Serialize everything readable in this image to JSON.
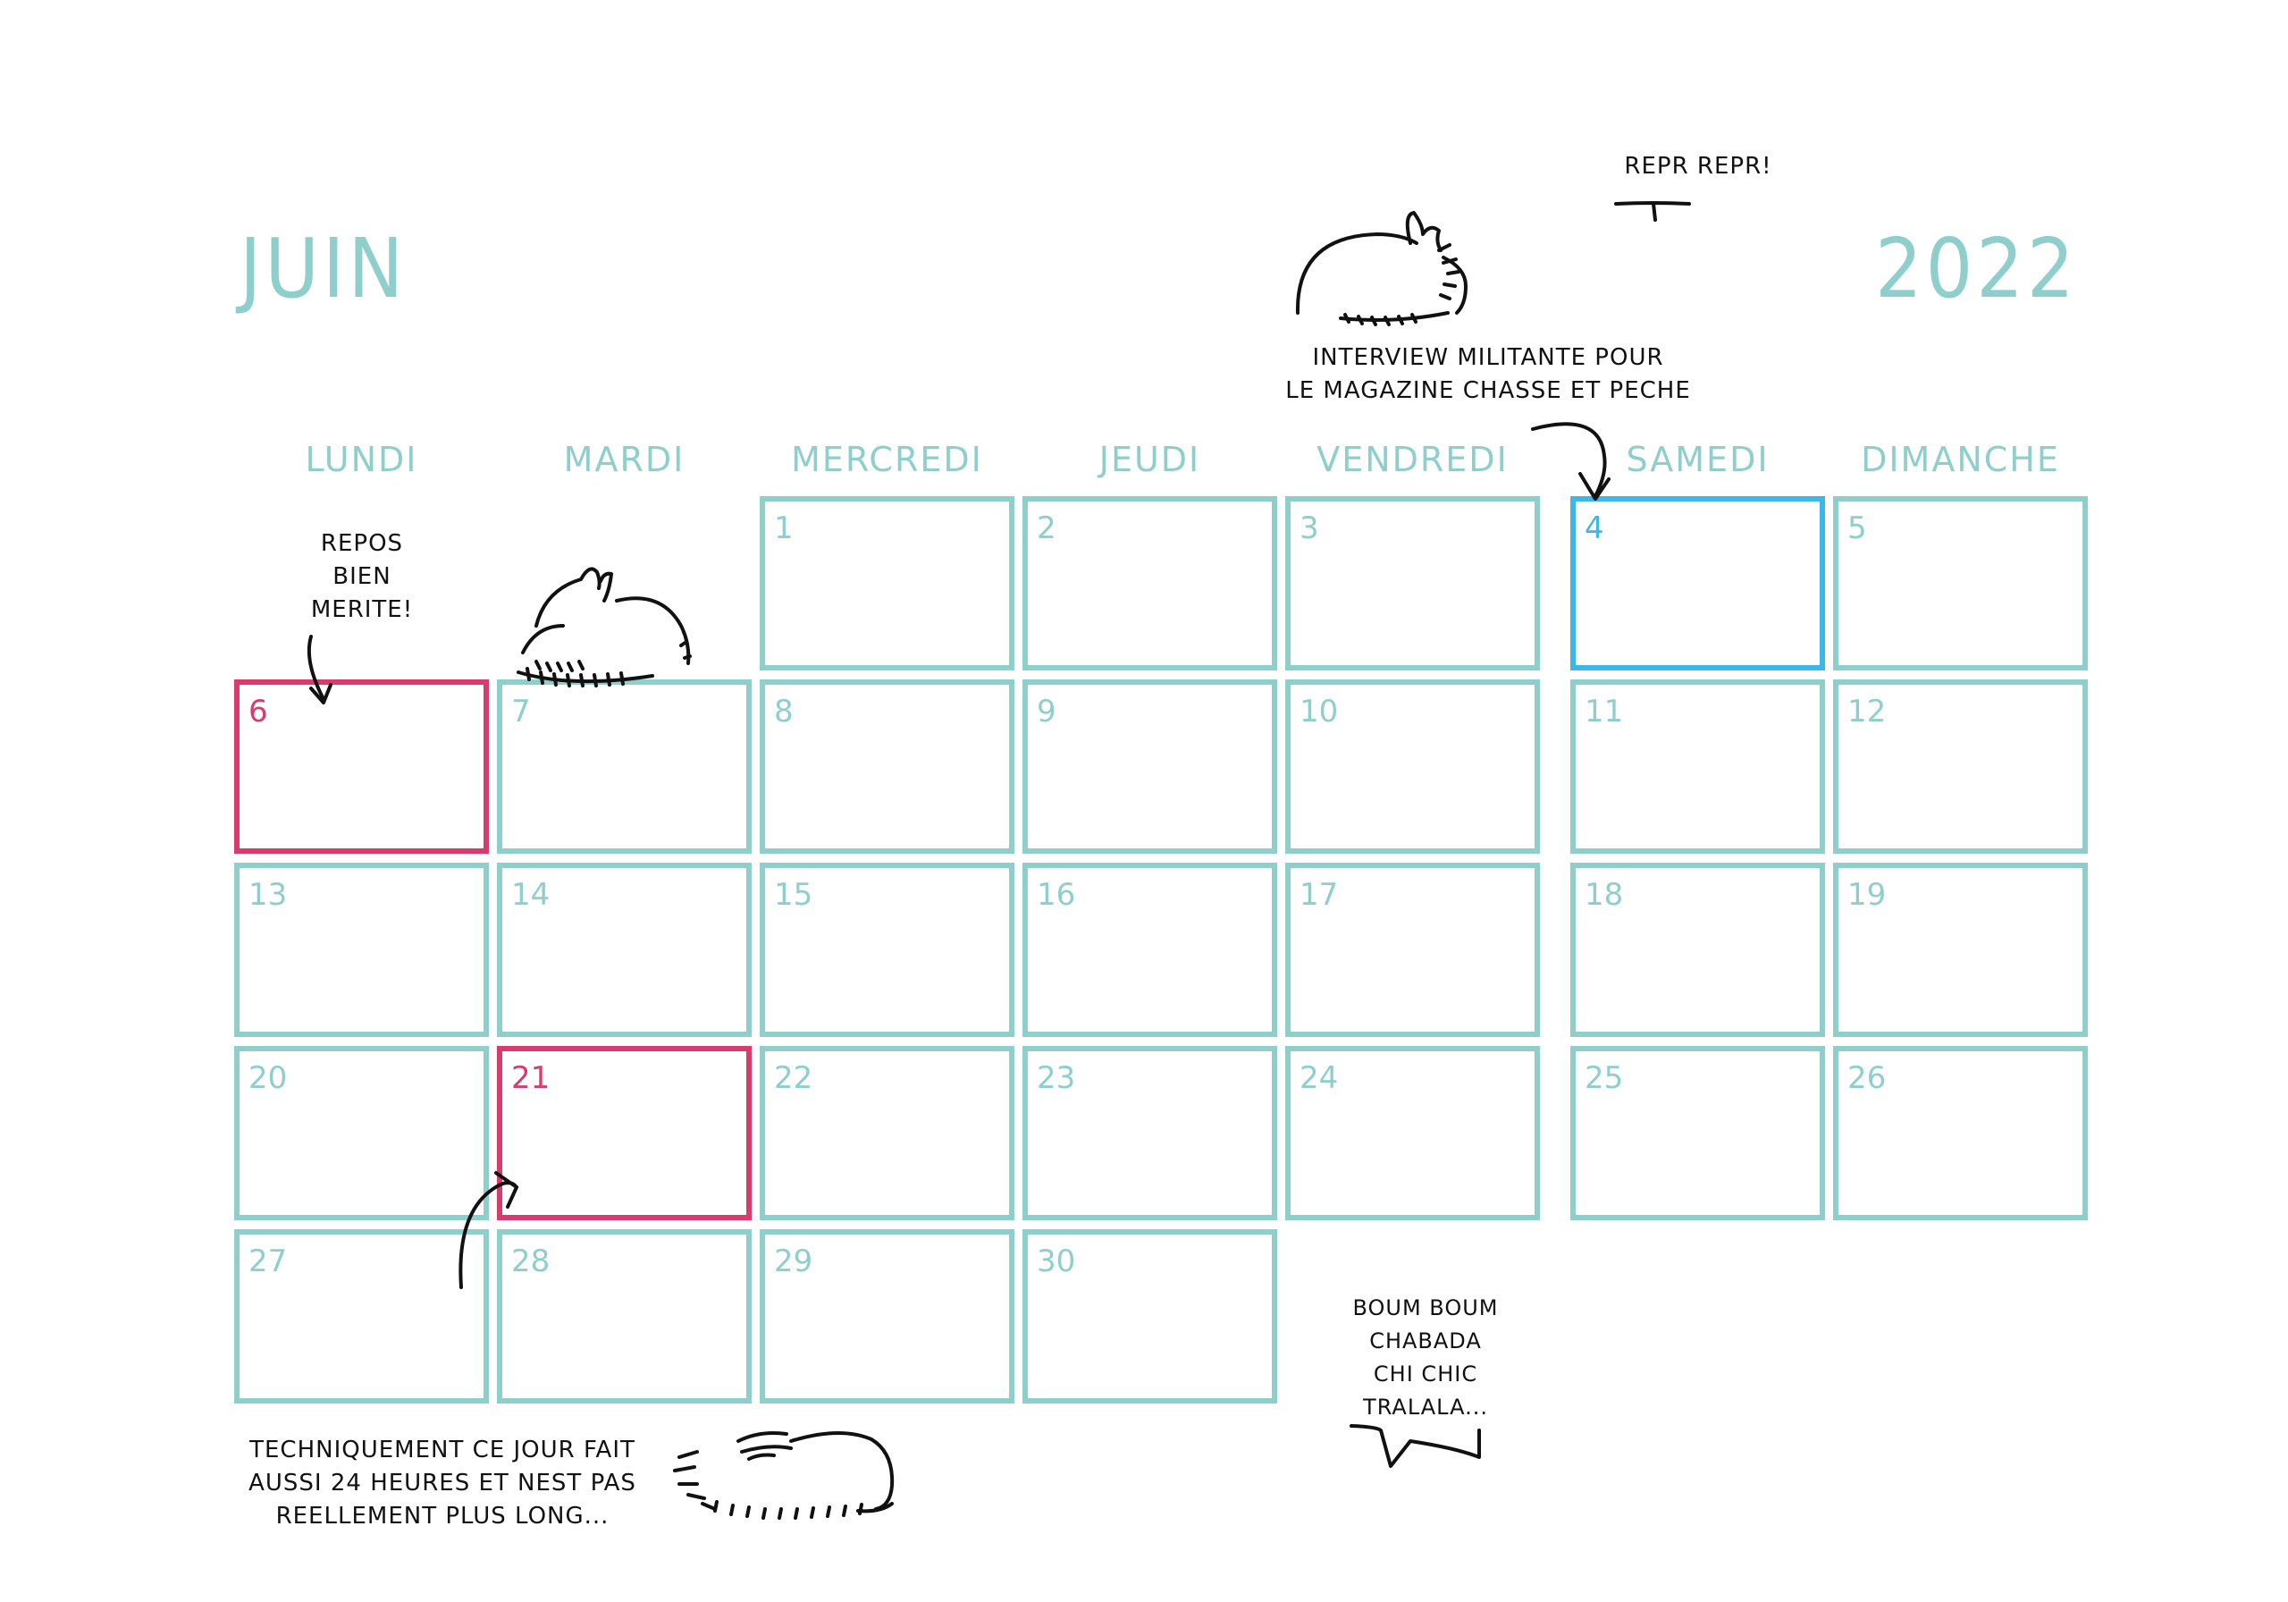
{
  "header": {
    "month": "JUIN",
    "year": "2022"
  },
  "weekdays": [
    "LUNDI",
    "MARDI",
    "MERCREDI",
    "JEUDI",
    "VENDREDI",
    "SAMEDI",
    "DIMANCHE"
  ],
  "days": [
    "1",
    "2",
    "3",
    "4",
    "5",
    "6",
    "7",
    "8",
    "9",
    "10",
    "11",
    "12",
    "13",
    "14",
    "15",
    "16",
    "17",
    "18",
    "19",
    "20",
    "21",
    "22",
    "23",
    "24",
    "25",
    "26",
    "27",
    "28",
    "29",
    "30"
  ],
  "highlights": {
    "holidays": [
      "6",
      "21"
    ],
    "today": "4"
  },
  "colors": {
    "accent": "#8ecfcc",
    "holiday": "#d93b6c",
    "today": "#3db6e8",
    "ink": "#111111"
  },
  "annotations": {
    "repr": "REPR REPR!",
    "interview_line1": "INTERVIEW MILITANTE POUR",
    "interview_line2": "LE MAGAZINE CHASSE ET PECHE",
    "repos_line1": "REPOS",
    "repos_line2": "BIEN",
    "repos_line3": "MERITE!",
    "boum_line1": "BOUM BOUM",
    "boum_line2": "CHABADA",
    "boum_line3": "CHI CHIC",
    "boum_line4": "TRALALA...",
    "tech_line1": "TECHNIQUEMENT CE JOUR FAIT",
    "tech_line2": "AUSSI 24 HEURES ET NEST PAS",
    "tech_line3": "REELLEMENT PLUS LONG..."
  },
  "doodles": [
    "rabbit-doodle",
    "rabbit-doodle",
    "hedgehog-doodle",
    "arrow-icon",
    "speech-bubble-tail"
  ]
}
